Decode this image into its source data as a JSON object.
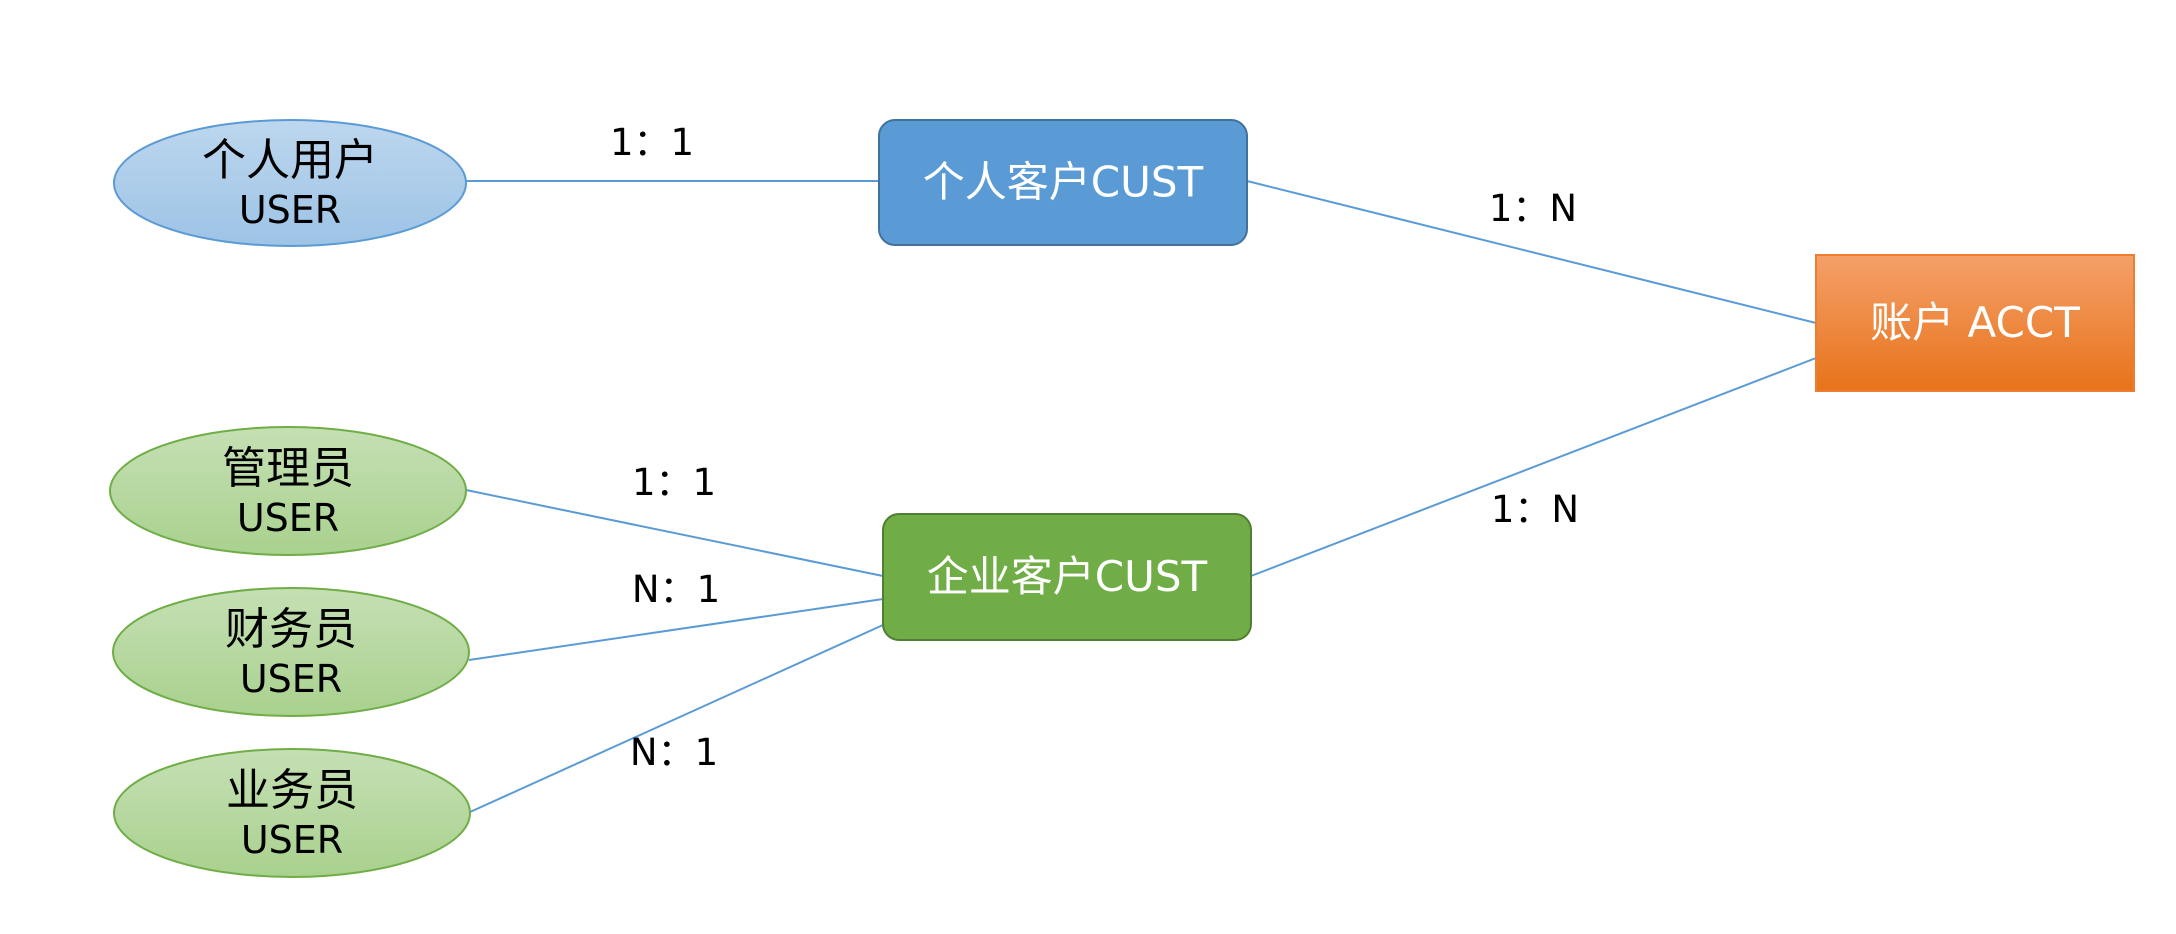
{
  "colors": {
    "edge": "#5B9BD5",
    "blue_ellipse_top": "#BDD7EE",
    "blue_ellipse_bottom": "#9DC3E6",
    "blue_ellipse_stroke": "#5B9BD5",
    "green_ellipse_top": "#C5E0B4",
    "green_ellipse_bottom": "#A9D18E",
    "green_ellipse_stroke": "#70AD47",
    "blue_box": "#5B9BD5",
    "blue_box_stroke": "#41719C",
    "green_box": "#70AD47",
    "green_box_stroke": "#507E32",
    "orange_top": "#F4A06A",
    "orange_bottom": "#E8731A",
    "orange_stroke": "#ED7D31",
    "dark_text": "#000000",
    "light_text": "#FFFFFF"
  },
  "nodes": [
    {
      "id": "personal_user",
      "line1": "个人用户",
      "line2": "USER"
    },
    {
      "id": "admin",
      "line1": "管理员",
      "line2": "USER"
    },
    {
      "id": "finance",
      "line1": "财务员",
      "line2": "USER"
    },
    {
      "id": "business",
      "line1": "业务员",
      "line2": "USER"
    },
    {
      "id": "personal_cust",
      "line1": "个人客户CUST"
    },
    {
      "id": "enterprise_cust",
      "line1": "企业客户CUST"
    },
    {
      "id": "acct",
      "line1": "账户 ACCT"
    }
  ],
  "edges": [
    {
      "id": "personal_user-personal_cust",
      "from": "personal_user",
      "to": "personal_cust",
      "label": "1：1"
    },
    {
      "id": "personal_cust-acct",
      "from": "personal_cust",
      "to": "acct",
      "label": "1：N"
    },
    {
      "id": "admin-enterprise_cust",
      "from": "admin",
      "to": "enterprise_cust",
      "label": "1：1"
    },
    {
      "id": "finance-enterprise_cust",
      "from": "finance",
      "to": "enterprise_cust",
      "label": "N：1"
    },
    {
      "id": "business-enterprise_cust",
      "from": "business",
      "to": "enterprise_cust",
      "label": "N：1"
    },
    {
      "id": "enterprise_cust-acct",
      "from": "enterprise_cust",
      "to": "acct",
      "label": "1：N"
    }
  ]
}
